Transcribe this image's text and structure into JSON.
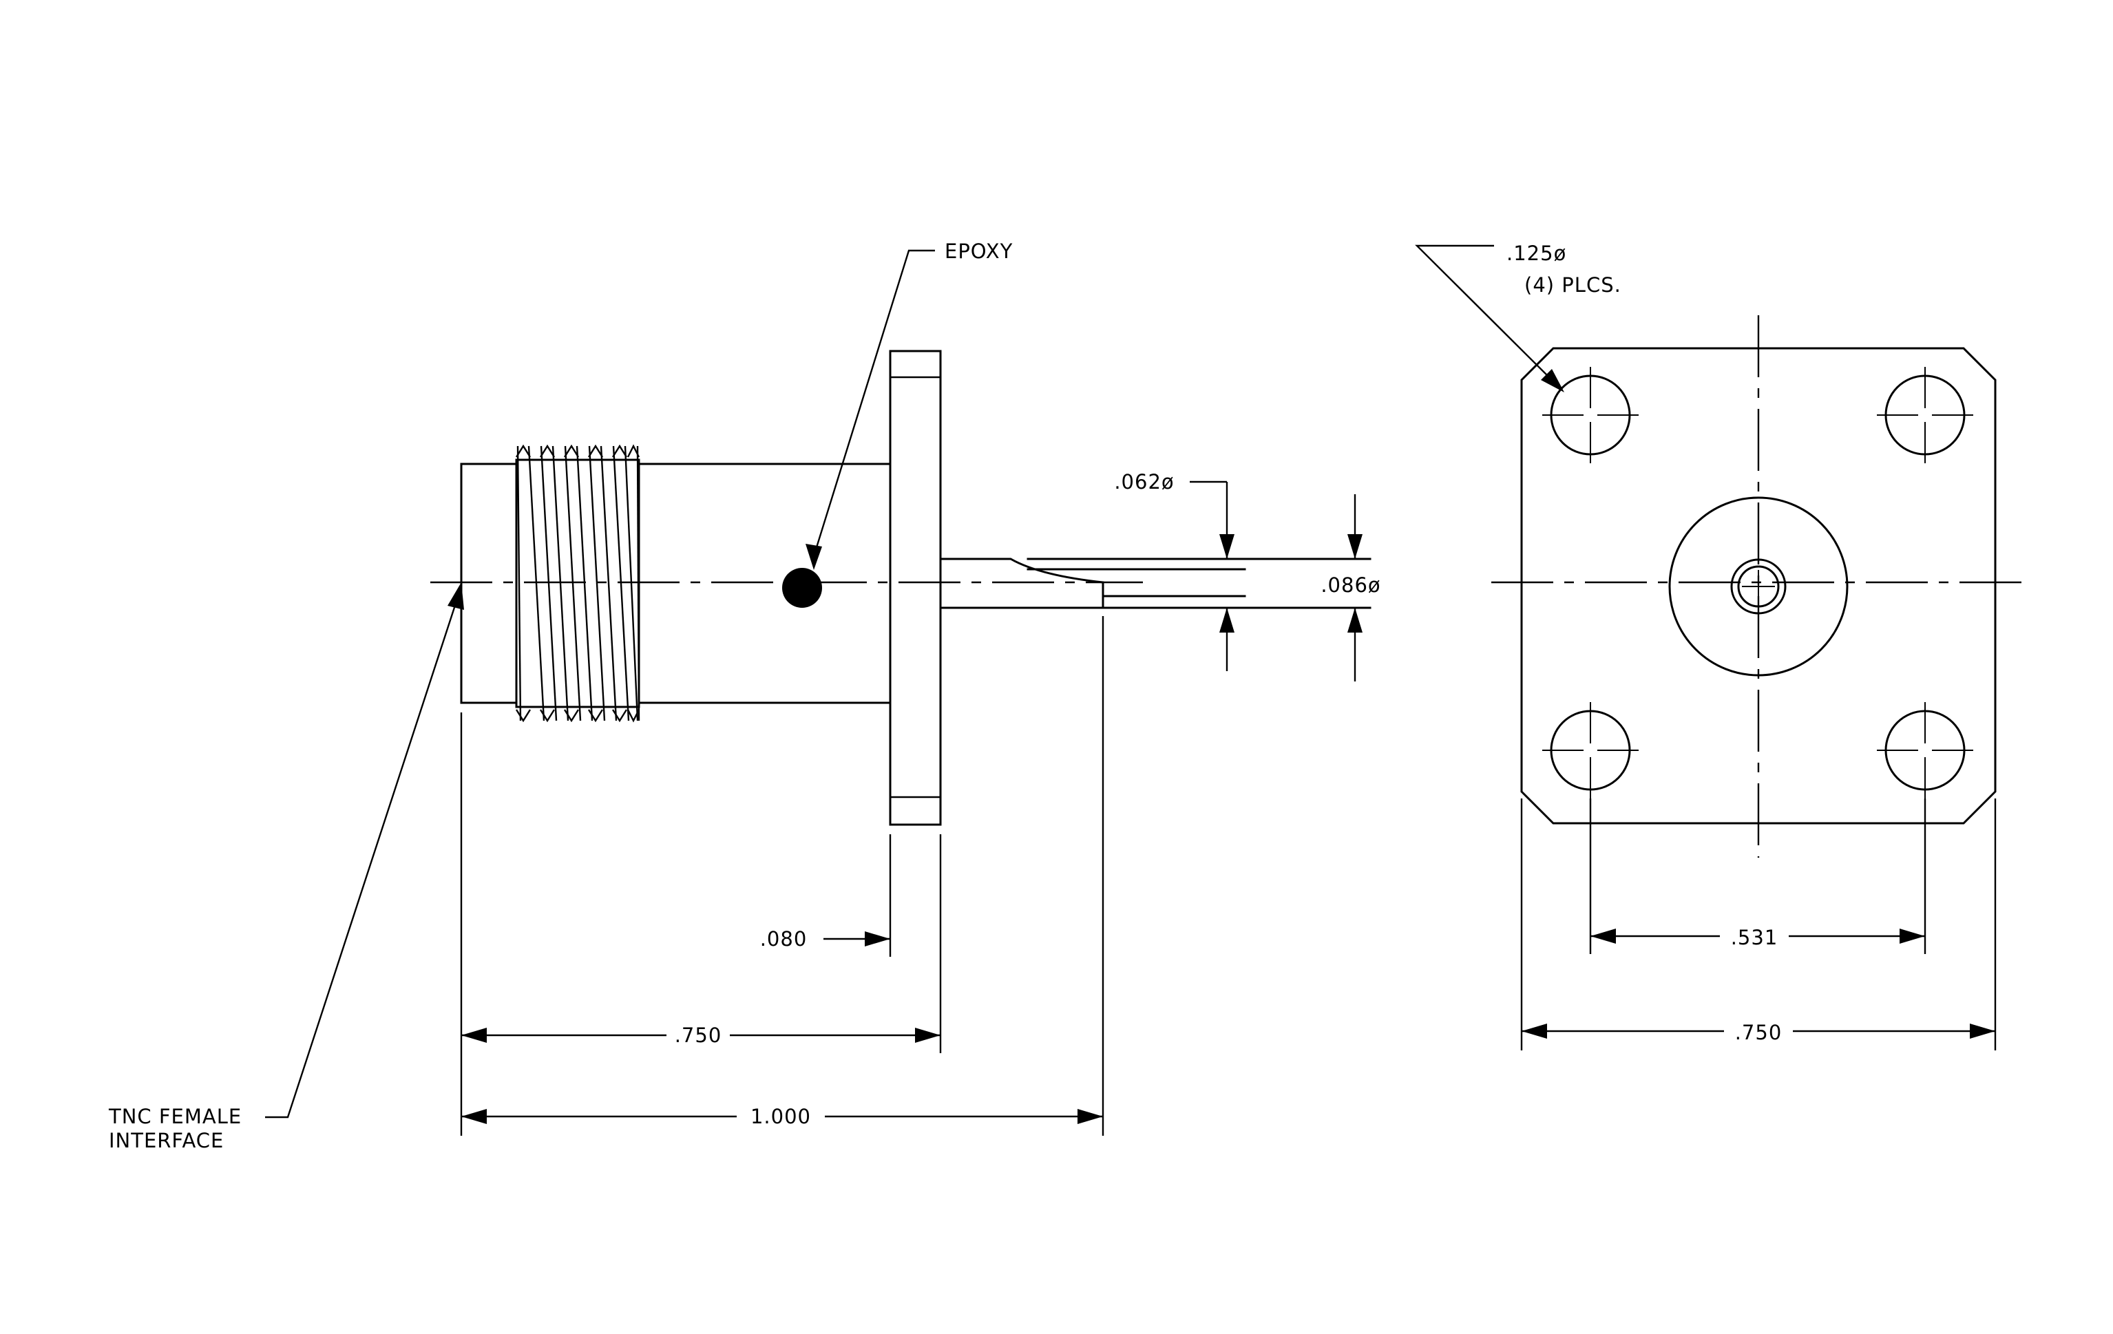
{
  "labels": {
    "epoxy": "EPOXY",
    "interface_line1": "TNC  FEMALE",
    "interface_line2": "INTERFACE",
    "hole_dia": ".125ø",
    "hole_count": "(4)  PLCS."
  },
  "dimensions": {
    "pin_dia": ".062ø",
    "body_dia": ".086ø",
    "flange_thickness": ".080",
    "flange_to_face": ".750",
    "overall_length": "1.000",
    "hole_spacing": ".531",
    "flange_width": ".750"
  }
}
